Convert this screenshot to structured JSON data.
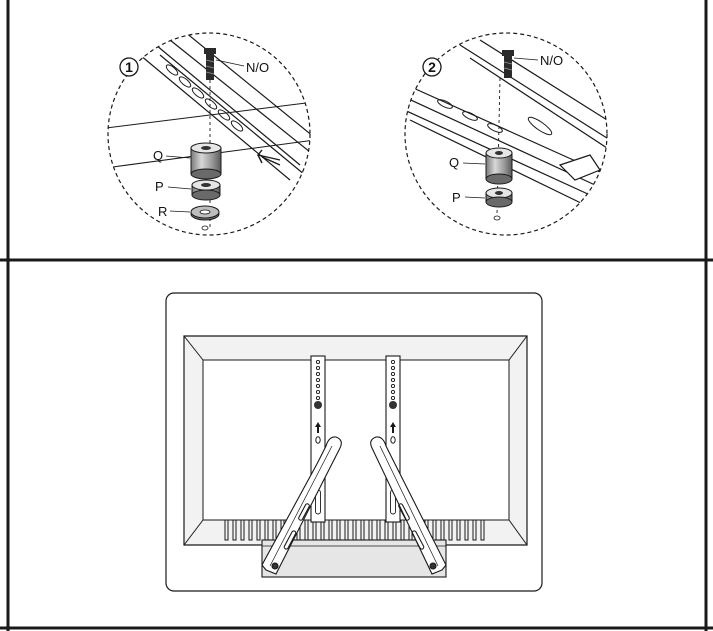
{
  "panels": {
    "top": {
      "detail_1": {
        "step_number": "1",
        "labels": {
          "screw": "N/O",
          "spacer_long": "Q",
          "spacer_short": "P",
          "washer": "R"
        }
      },
      "detail_2": {
        "step_number": "2",
        "labels": {
          "screw": "N/O",
          "spacer_long": "Q",
          "spacer_short": "P"
        }
      }
    },
    "bottom": {
      "description_hidden": "",
      "brackets": [
        "left",
        "right"
      ]
    }
  },
  "colors": {
    "line": "#1a1a1a",
    "panel_fill": "#f3f3f3",
    "shade": "#d9d9d9",
    "dark": "#555555"
  }
}
